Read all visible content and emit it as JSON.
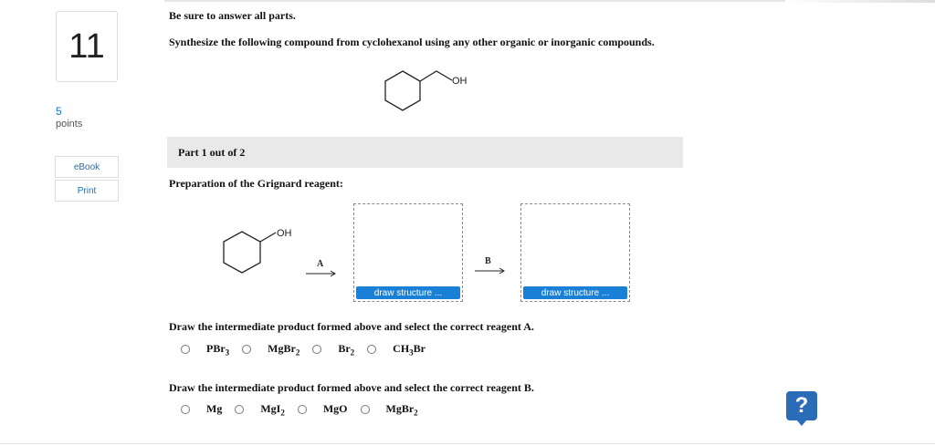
{
  "question": {
    "number": "11",
    "points": "5",
    "points_label": "points"
  },
  "sidebar": {
    "ebook_label": "eBook",
    "print_label": "Print"
  },
  "instructions": "Be sure to answer all parts.",
  "task": "Synthesize the following compound from cyclohexanol using any other organic or inorganic compounds.",
  "target_molecule": {
    "oh_label": "OH"
  },
  "part": {
    "label": "Part 1 out of 2",
    "heading": "Preparation of the Grignard reagent:"
  },
  "scheme": {
    "oh_label": "OH",
    "arrow_a_label": "A",
    "arrow_b_label": "B",
    "draw_button_1": "draw structure ...",
    "draw_button_2": "draw structure ..."
  },
  "question_a": {
    "prompt": "Draw the intermediate product formed above and select the correct reagent A.",
    "options": [
      {
        "main": "PBr",
        "sub": "3",
        "tail": ""
      },
      {
        "main": "MgBr",
        "sub": "2",
        "tail": ""
      },
      {
        "main": "Br",
        "sub": "2",
        "tail": ""
      },
      {
        "main": "CH",
        "sub": "3",
        "tail": "Br"
      }
    ]
  },
  "question_b": {
    "prompt": "Draw the intermediate product formed above and select the correct reagent B.",
    "options": [
      {
        "main": "Mg",
        "sub": "",
        "tail": ""
      },
      {
        "main": "MgI",
        "sub": "2",
        "tail": ""
      },
      {
        "main": "MgO",
        "sub": "",
        "tail": ""
      },
      {
        "main": "MgBr",
        "sub": "2",
        "tail": ""
      }
    ]
  },
  "help": {
    "icon": "question-icon",
    "label": "?"
  },
  "colors": {
    "accent": "#1a7fd6",
    "help": "#2b6cb8",
    "part_bar": "#e9e9e9"
  }
}
